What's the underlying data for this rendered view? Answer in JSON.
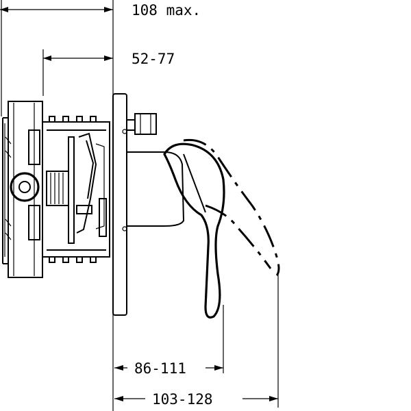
{
  "dimensions": {
    "overall_depth": "108 max.",
    "wall_depth": "52-77",
    "lever_projection": "86-111",
    "lever_open_projection": "103-128"
  }
}
